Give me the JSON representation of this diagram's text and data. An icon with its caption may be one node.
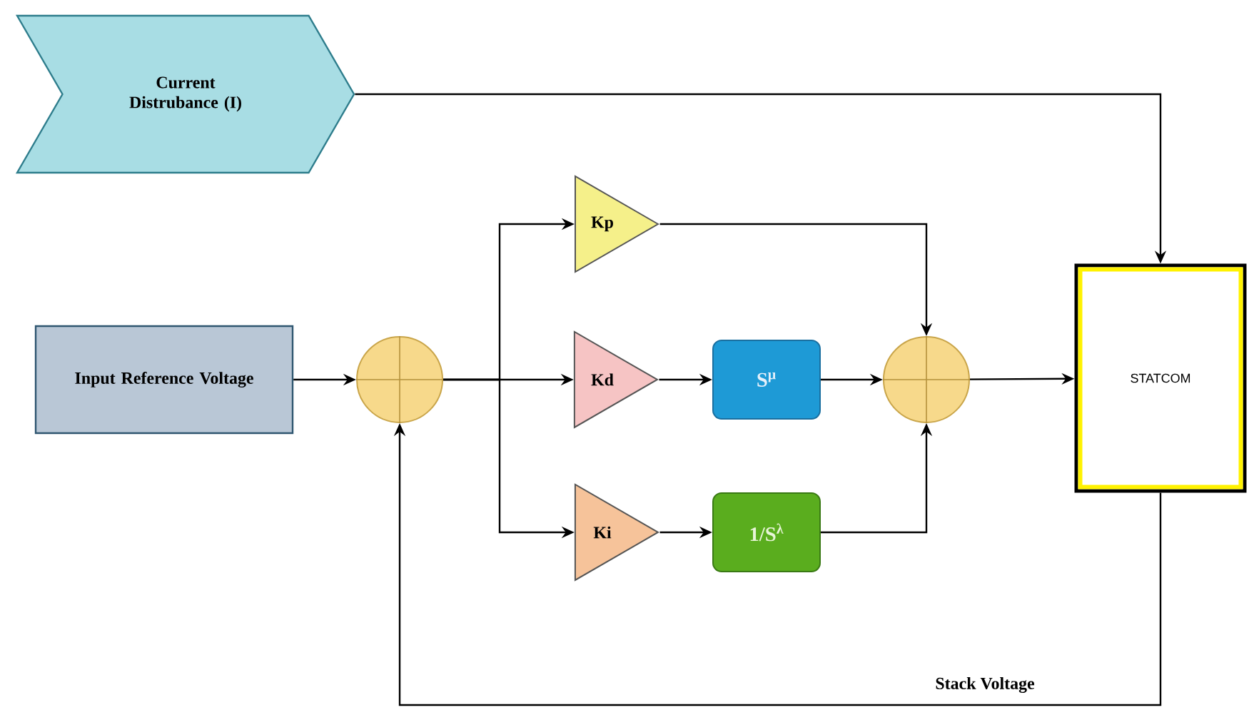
{
  "diagram": {
    "nodes": [
      {
        "text": [
          "Current Distrubance (I)"
        ]
      },
      {
        "text": [
          "Input Reference Voltage"
        ]
      },
      {
        "text": [],
        "shape": "circle"
      },
      {
        "text": [
          "Kp"
        ]
      },
      {
        "text": [
          "Kd"
        ]
      },
      {
        "text": [
          "Ki"
        ]
      },
      {
        "text": [
          "S$^{μ}$"
        ]
      },
      {
        "text": [
          "1/S$^{λ}$"
        ]
      },
      {
        "text": [],
        "shape": "circle"
      },
      {
        "text": [
          "STATCOM"
        ]
      }
    ],
    "edges": [
      {
        "from": 0,
        "to": 9,
        "arrow": "to"
      },
      {
        "from": 1,
        "to": 2,
        "arrow": "to"
      },
      {
        "from": 2,
        "to": 3,
        "arrow": "to"
      },
      {
        "from": 2,
        "to": 4,
        "arrow": "to"
      },
      {
        "from": 2,
        "to": 5,
        "arrow": "to"
      },
      {
        "from": 3,
        "to": 8,
        "arrow": "to"
      },
      {
        "from": 4,
        "to": 6,
        "arrow": "to"
      },
      {
        "from": 6,
        "to": 8,
        "arrow": "to"
      },
      {
        "from": 5,
        "to": 7,
        "arrow": "to"
      },
      {
        "from": 7,
        "to": 8,
        "arrow": "to"
      },
      {
        "from": 8,
        "to": 9,
        "arrow": "to"
      },
      {
        "from": 9,
        "to": 2,
        "arrow": "to",
        "label": "Stack Voltage"
      }
    ]
  }
}
